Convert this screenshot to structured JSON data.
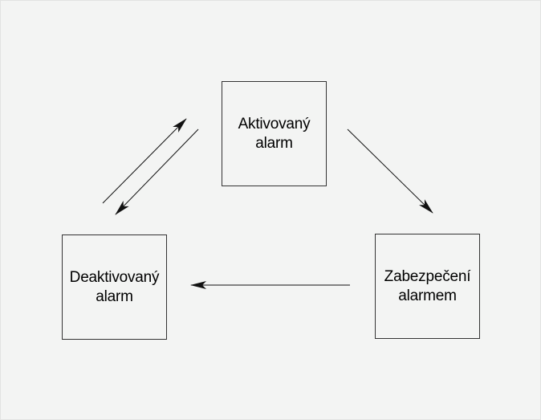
{
  "diagram": {
    "states": {
      "activated": {
        "label": "Aktivovaný\nalarm"
      },
      "deactivated": {
        "label": "Deaktivovaný\nalarm"
      },
      "securing": {
        "label": "Zabezpečení\nalarmem"
      }
    },
    "transitions": [
      {
        "from": "deactivated",
        "to": "activated"
      },
      {
        "from": "activated",
        "to": "deactivated"
      },
      {
        "from": "activated",
        "to": "securing"
      },
      {
        "from": "securing",
        "to": "deactivated"
      }
    ],
    "colors": {
      "background": "#f3f4f3",
      "line": "#111111"
    }
  }
}
